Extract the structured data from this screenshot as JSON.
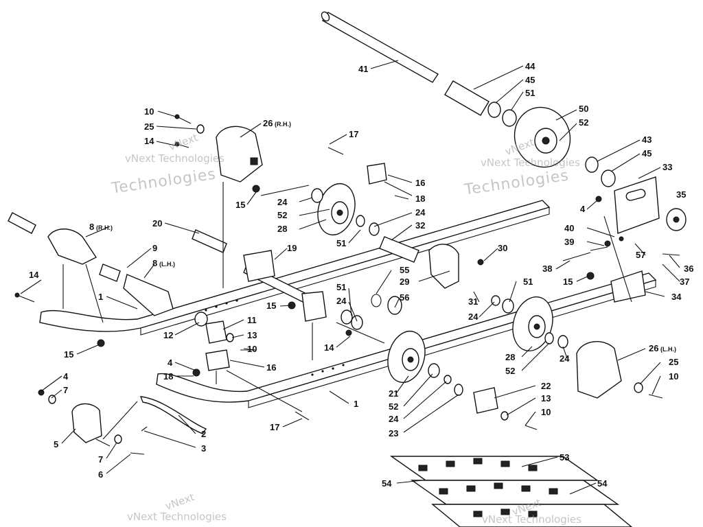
{
  "watermark": {
    "brand": "vNext",
    "line1": "vNext Technologies",
    "line2": "Technologies"
  },
  "callouts": [
    {
      "id": "c41",
      "text": "41"
    },
    {
      "id": "c44",
      "text": "44"
    },
    {
      "id": "c45a",
      "text": "45"
    },
    {
      "id": "c51a",
      "text": "51"
    },
    {
      "id": "c50",
      "text": "50"
    },
    {
      "id": "c52a",
      "text": "52"
    },
    {
      "id": "c43",
      "text": "43"
    },
    {
      "id": "c45b",
      "text": "45"
    },
    {
      "id": "c33",
      "text": "33"
    },
    {
      "id": "c35",
      "text": "35"
    },
    {
      "id": "c10a",
      "text": "10"
    },
    {
      "id": "c25a",
      "text": "25"
    },
    {
      "id": "c26rh",
      "text": "26"
    },
    {
      "id": "c14a",
      "text": "14"
    },
    {
      "id": "c17a",
      "text": "17"
    },
    {
      "id": "c16a",
      "text": "16"
    },
    {
      "id": "c18a",
      "text": "18"
    },
    {
      "id": "c15a",
      "text": "15"
    },
    {
      "id": "c24a",
      "text": "24"
    },
    {
      "id": "c52b",
      "text": "52"
    },
    {
      "id": "c28a",
      "text": "28"
    },
    {
      "id": "c24b",
      "text": "24"
    },
    {
      "id": "c32",
      "text": "32"
    },
    {
      "id": "c51b",
      "text": "51"
    },
    {
      "id": "c4a",
      "text": "4"
    },
    {
      "id": "c40",
      "text": "40"
    },
    {
      "id": "c39",
      "text": "39"
    },
    {
      "id": "c57",
      "text": "57"
    },
    {
      "id": "c36",
      "text": "36"
    },
    {
      "id": "c37",
      "text": "37"
    },
    {
      "id": "c8rh",
      "text": "8"
    },
    {
      "id": "c20",
      "text": "20"
    },
    {
      "id": "c9",
      "text": "9"
    },
    {
      "id": "c8lh",
      "text": "8"
    },
    {
      "id": "c19",
      "text": "19"
    },
    {
      "id": "c30",
      "text": "30"
    },
    {
      "id": "c55",
      "text": "55"
    },
    {
      "id": "c38",
      "text": "38"
    },
    {
      "id": "c51c",
      "text": "51"
    },
    {
      "id": "c29",
      "text": "29"
    },
    {
      "id": "c15b",
      "text": "15"
    },
    {
      "id": "c34",
      "text": "34"
    },
    {
      "id": "c14b",
      "text": "14"
    },
    {
      "id": "c1a",
      "text": "1"
    },
    {
      "id": "c51d",
      "text": "51"
    },
    {
      "id": "c24c",
      "text": "24"
    },
    {
      "id": "c56",
      "text": "56"
    },
    {
      "id": "c31",
      "text": "31"
    },
    {
      "id": "c24d",
      "text": "24"
    },
    {
      "id": "c15c",
      "text": "15"
    },
    {
      "id": "c11",
      "text": "11"
    },
    {
      "id": "c12",
      "text": "12"
    },
    {
      "id": "c13a",
      "text": "13"
    },
    {
      "id": "c10b",
      "text": "10"
    },
    {
      "id": "c15d",
      "text": "15"
    },
    {
      "id": "c14c",
      "text": "14"
    },
    {
      "id": "c28b",
      "text": "28"
    },
    {
      "id": "c52c",
      "text": "52"
    },
    {
      "id": "c24e",
      "text": "24"
    },
    {
      "id": "c26lh",
      "text": "26"
    },
    {
      "id": "c25b",
      "text": "25"
    },
    {
      "id": "c10c",
      "text": "10"
    },
    {
      "id": "c4b",
      "text": "4"
    },
    {
      "id": "c18b",
      "text": "18"
    },
    {
      "id": "c16b",
      "text": "16"
    },
    {
      "id": "c4c",
      "text": "4"
    },
    {
      "id": "c7a",
      "text": "7"
    },
    {
      "id": "c21",
      "text": "21"
    },
    {
      "id": "c52d",
      "text": "52"
    },
    {
      "id": "c24f",
      "text": "24"
    },
    {
      "id": "c23",
      "text": "23"
    },
    {
      "id": "c22",
      "text": "22"
    },
    {
      "id": "c13b",
      "text": "13"
    },
    {
      "id": "c10d",
      "text": "10"
    },
    {
      "id": "c1b",
      "text": "1"
    },
    {
      "id": "c5",
      "text": "5"
    },
    {
      "id": "c7b",
      "text": "7"
    },
    {
      "id": "c6",
      "text": "6"
    },
    {
      "id": "c2",
      "text": "2"
    },
    {
      "id": "c3",
      "text": "3"
    },
    {
      "id": "c17b",
      "text": "17"
    },
    {
      "id": "c53",
      "text": "53"
    },
    {
      "id": "c54a",
      "text": "54"
    },
    {
      "id": "c54b",
      "text": "54"
    }
  ],
  "side_tags": {
    "rh": "(R.H.)",
    "lh": "(L.H.)"
  }
}
